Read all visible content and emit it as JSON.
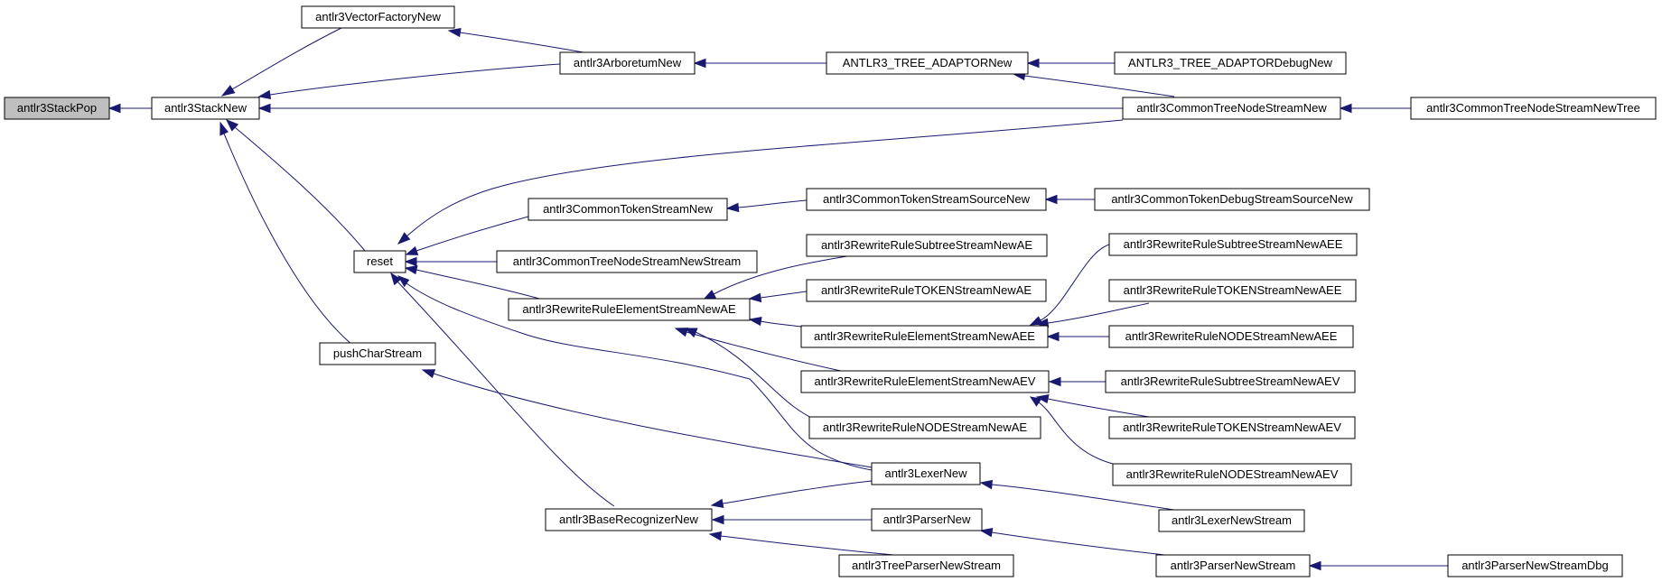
{
  "diagram": {
    "nodes": {
      "antlr3StackPop": "antlr3StackPop",
      "antlr3StackNew": "antlr3StackNew",
      "antlr3VectorFactoryNew": "antlr3VectorFactoryNew",
      "antlr3ArboretumNew": "antlr3ArboretumNew",
      "ANTLR3_TREE_ADAPTORNew": "ANTLR3_TREE_ADAPTORNew",
      "ANTLR3_TREE_ADAPTORDebugNew": "ANTLR3_TREE_ADAPTORDebugNew",
      "antlr3CommonTreeNodeStreamNew": "antlr3CommonTreeNodeStreamNew",
      "antlr3CommonTreeNodeStreamNewTree": "antlr3CommonTreeNodeStreamNewTree",
      "reset": "reset",
      "antlr3CommonTokenStreamNew": "antlr3CommonTokenStreamNew",
      "antlr3CommonTokenStreamSourceNew": "antlr3CommonTokenStreamSourceNew",
      "antlr3CommonTokenDebugStreamSourceNew": "antlr3CommonTokenDebugStreamSourceNew",
      "antlr3CommonTreeNodeStreamNewStream": "antlr3CommonTreeNodeStreamNewStream",
      "antlr3RewriteRuleSubtreeStreamNewAE": "antlr3RewriteRuleSubtreeStreamNewAE",
      "antlr3RewriteRuleTOKENStreamNewAE": "antlr3RewriteRuleTOKENStreamNewAE",
      "antlr3RewriteRuleElementStreamNewAE": "antlr3RewriteRuleElementStreamNewAE",
      "antlr3RewriteRuleSubtreeStreamNewAEE": "antlr3RewriteRuleSubtreeStreamNewAEE",
      "antlr3RewriteRuleTOKENStreamNewAEE": "antlr3RewriteRuleTOKENStreamNewAEE",
      "antlr3RewriteRuleElementStreamNewAEE": "antlr3RewriteRuleElementStreamNewAEE",
      "antlr3RewriteRuleNODEStreamNewAEE": "antlr3RewriteRuleNODEStreamNewAEE",
      "pushCharStream": "pushCharStream",
      "antlr3RewriteRuleElementStreamNewAEV": "antlr3RewriteRuleElementStreamNewAEV",
      "antlr3RewriteRuleSubtreeStreamNewAEV": "antlr3RewriteRuleSubtreeStreamNewAEV",
      "antlr3RewriteRuleNODEStreamNewAE": "antlr3RewriteRuleNODEStreamNewAE",
      "antlr3RewriteRuleTOKENStreamNewAEV": "antlr3RewriteRuleTOKENStreamNewAEV",
      "antlr3LexerNew": "antlr3LexerNew",
      "antlr3RewriteRuleNODEStreamNewAEV": "antlr3RewriteRuleNODEStreamNewAEV",
      "antlr3BaseRecognizerNew": "antlr3BaseRecognizerNew",
      "antlr3ParserNew": "antlr3ParserNew",
      "antlr3LexerNewStream": "antlr3LexerNewStream",
      "antlr3TreeParserNewStream": "antlr3TreeParserNewStream",
      "antlr3ParserNewStream": "antlr3ParserNewStream",
      "antlr3ParserNewStreamDbg": "antlr3ParserNewStreamDbg"
    },
    "edges": [
      {
        "from": "antlr3StackNew",
        "to": "antlr3StackPop"
      },
      {
        "from": "antlr3VectorFactoryNew",
        "to": "antlr3StackNew"
      },
      {
        "from": "antlr3ArboretumNew",
        "to": "antlr3StackNew"
      },
      {
        "from": "antlr3CommonTreeNodeStreamNew",
        "to": "antlr3StackNew"
      },
      {
        "from": "reset",
        "to": "antlr3StackNew"
      },
      {
        "from": "pushCharStream",
        "to": "antlr3StackNew"
      },
      {
        "from": "antlr3ArboretumNew",
        "to": "antlr3VectorFactoryNew"
      },
      {
        "from": "ANTLR3_TREE_ADAPTORNew",
        "to": "antlr3ArboretumNew"
      },
      {
        "from": "ANTLR3_TREE_ADAPTORDebugNew",
        "to": "ANTLR3_TREE_ADAPTORNew"
      },
      {
        "from": "antlr3CommonTreeNodeStreamNew",
        "to": "ANTLR3_TREE_ADAPTORNew"
      },
      {
        "from": "antlr3CommonTreeNodeStreamNewTree",
        "to": "antlr3CommonTreeNodeStreamNew"
      },
      {
        "from": "antlr3CommonTreeNodeStreamNew",
        "to": "reset"
      },
      {
        "from": "antlr3CommonTokenStreamNew",
        "to": "reset"
      },
      {
        "from": "antlr3CommonTreeNodeStreamNewStream",
        "to": "reset"
      },
      {
        "from": "antlr3RewriteRuleElementStreamNewAE",
        "to": "reset"
      },
      {
        "from": "antlr3LexerNew",
        "to": "reset"
      },
      {
        "from": "antlr3BaseRecognizerNew",
        "to": "reset"
      },
      {
        "from": "antlr3CommonTokenStreamSourceNew",
        "to": "antlr3CommonTokenStreamNew"
      },
      {
        "from": "antlr3CommonTokenDebugStreamSourceNew",
        "to": "antlr3CommonTokenStreamSourceNew"
      },
      {
        "from": "antlr3RewriteRuleSubtreeStreamNewAE",
        "to": "antlr3RewriteRuleElementStreamNewAE"
      },
      {
        "from": "antlr3RewriteRuleTOKENStreamNewAE",
        "to": "antlr3RewriteRuleElementStreamNewAE"
      },
      {
        "from": "antlr3RewriteRuleElementStreamNewAEE",
        "to": "antlr3RewriteRuleElementStreamNewAE"
      },
      {
        "from": "antlr3RewriteRuleElementStreamNewAEV",
        "to": "antlr3RewriteRuleElementStreamNewAE"
      },
      {
        "from": "antlr3RewriteRuleNODEStreamNewAE",
        "to": "antlr3RewriteRuleElementStreamNewAE"
      },
      {
        "from": "antlr3RewriteRuleSubtreeStreamNewAEE",
        "to": "antlr3RewriteRuleElementStreamNewAEE"
      },
      {
        "from": "antlr3RewriteRuleTOKENStreamNewAEE",
        "to": "antlr3RewriteRuleElementStreamNewAEE"
      },
      {
        "from": "antlr3RewriteRuleNODEStreamNewAEE",
        "to": "antlr3RewriteRuleElementStreamNewAEE"
      },
      {
        "from": "antlr3RewriteRuleSubtreeStreamNewAEV",
        "to": "antlr3RewriteRuleElementStreamNewAEV"
      },
      {
        "from": "antlr3RewriteRuleTOKENStreamNewAEV",
        "to": "antlr3RewriteRuleElementStreamNewAEV"
      },
      {
        "from": "antlr3RewriteRuleNODEStreamNewAEV",
        "to": "antlr3RewriteRuleElementStreamNewAEV"
      },
      {
        "from": "antlr3LexerNew",
        "to": "pushCharStream"
      },
      {
        "from": "antlr3LexerNew",
        "to": "antlr3BaseRecognizerNew"
      },
      {
        "from": "antlr3ParserNew",
        "to": "antlr3BaseRecognizerNew"
      },
      {
        "from": "antlr3TreeParserNewStream",
        "to": "antlr3BaseRecognizerNew"
      },
      {
        "from": "antlr3LexerNewStream",
        "to": "antlr3LexerNew"
      },
      {
        "from": "antlr3ParserNewStream",
        "to": "antlr3ParserNew"
      },
      {
        "from": "antlr3ParserNewStreamDbg",
        "to": "antlr3ParserNewStream"
      }
    ]
  },
  "colors": {
    "node_fill": "#ffffff",
    "root_fill": "#bfbfbf",
    "node_border": "#000000",
    "edge": "#191970"
  }
}
